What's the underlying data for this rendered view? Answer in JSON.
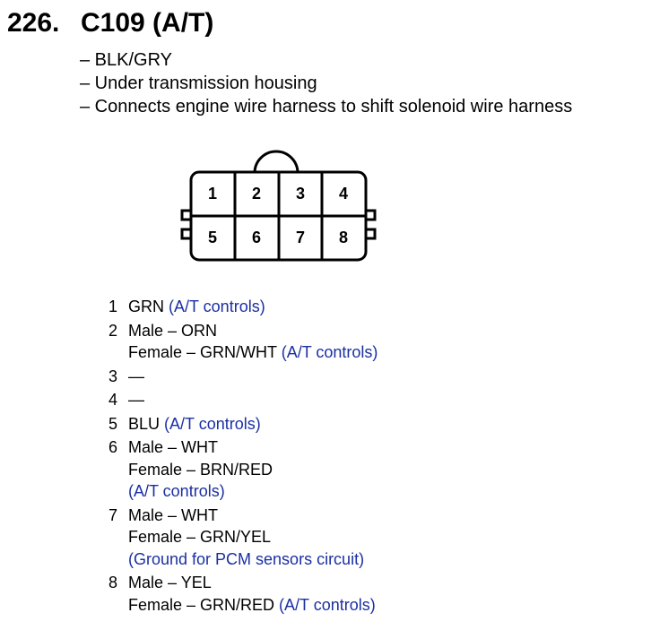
{
  "title": {
    "number": "226.",
    "name": "C109 (A/T)"
  },
  "info": [
    "– BLK/GRY",
    "– Under transmission housing",
    "– Connects engine wire harness to shift solenoid wire harness"
  ],
  "connector": {
    "top_row": [
      "1",
      "2",
      "3",
      "4"
    ],
    "bottom_row": [
      "5",
      "6",
      "7",
      "8"
    ]
  },
  "pins": [
    {
      "no": "1",
      "lines": [
        {
          "text": "GRN ",
          "note": "(A/T controls)"
        }
      ]
    },
    {
      "no": "2",
      "lines": [
        {
          "text": "Male – ORN",
          "note": ""
        },
        {
          "text": "Female – GRN/WHT ",
          "note": "(A/T controls)"
        }
      ]
    },
    {
      "no": "3",
      "lines": [
        {
          "text": "—",
          "note": ""
        }
      ]
    },
    {
      "no": "4",
      "lines": [
        {
          "text": "—",
          "note": ""
        }
      ]
    },
    {
      "no": "5",
      "lines": [
        {
          "text": "BLU ",
          "note": "(A/T controls)"
        }
      ]
    },
    {
      "no": "6",
      "lines": [
        {
          "text": "Male – WHT",
          "note": ""
        },
        {
          "text": "Female – BRN/RED",
          "note": ""
        },
        {
          "text": "",
          "note": "(A/T controls)"
        }
      ]
    },
    {
      "no": "7",
      "lines": [
        {
          "text": "Male – WHT",
          "note": ""
        },
        {
          "text": "Female – GRN/YEL",
          "note": ""
        },
        {
          "text": "",
          "note": "(Ground for PCM sensors circuit)"
        }
      ]
    },
    {
      "no": "8",
      "lines": [
        {
          "text": "Male – YEL",
          "note": ""
        },
        {
          "text": "Female – GRN/RED ",
          "note": "(A/T controls)"
        }
      ]
    }
  ]
}
